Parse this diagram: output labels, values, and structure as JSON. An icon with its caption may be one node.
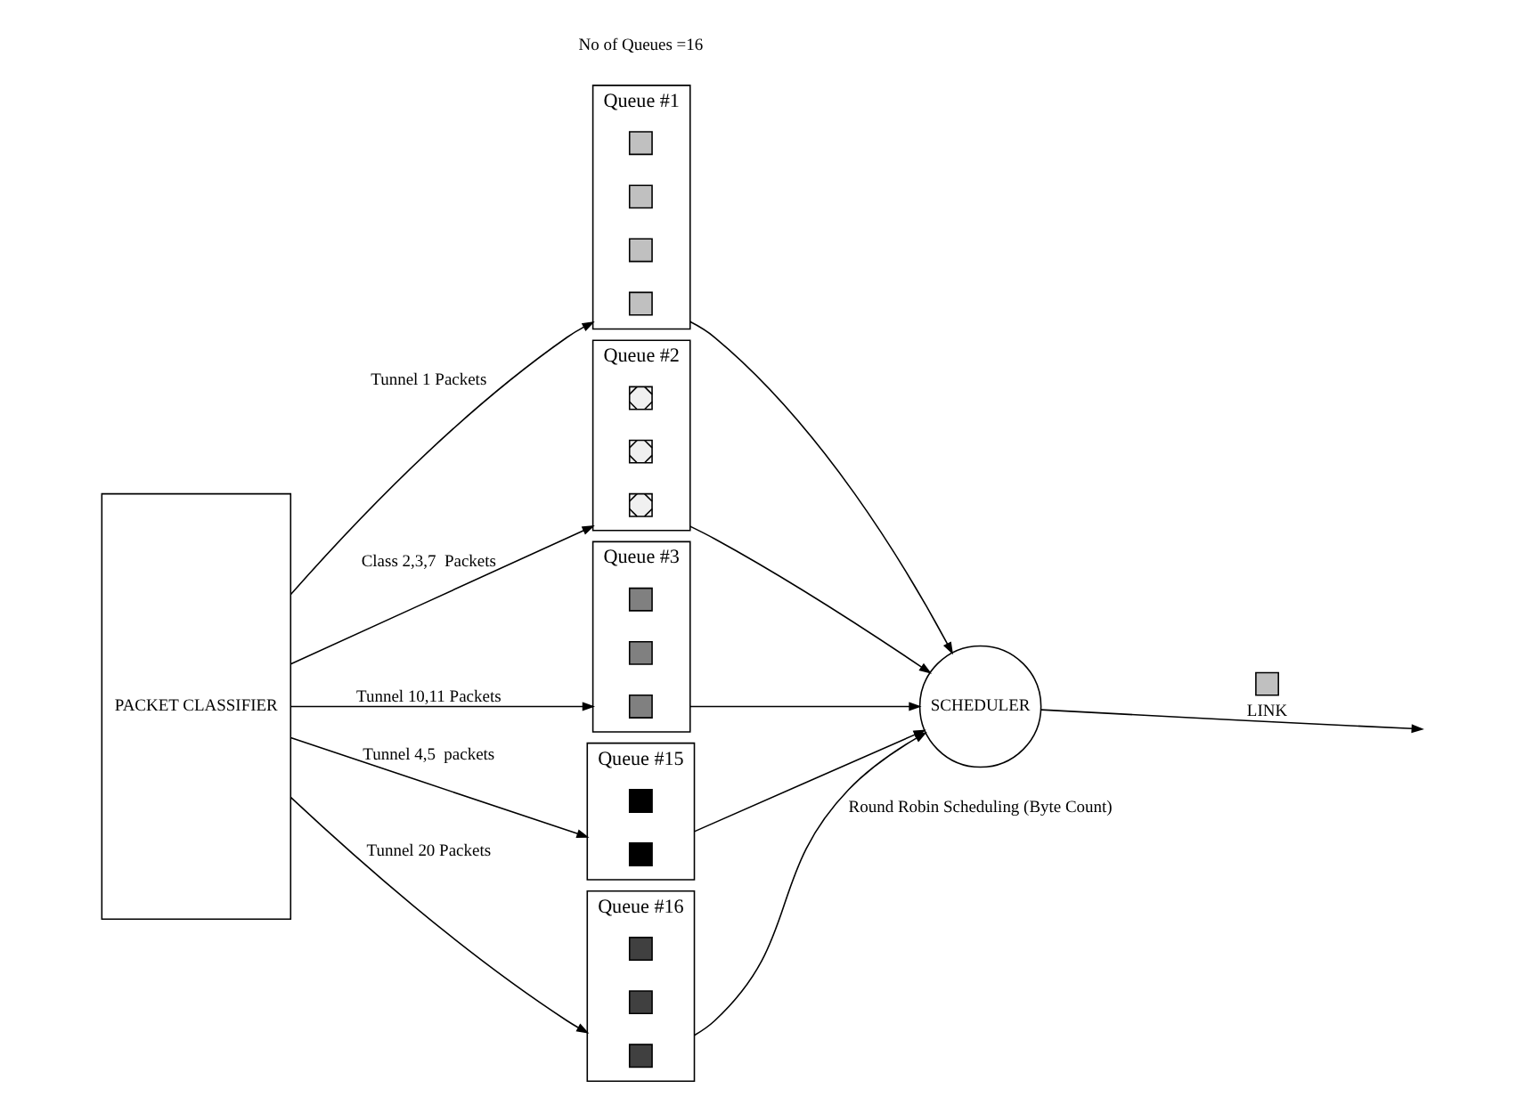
{
  "diagram": {
    "nodes": [
      {
        "text": [
          "PACKET CLASSIFIER"
        ]
      },
      {
        "text": [
          "Queue #1"
        ]
      },
      {
        "text": [],
        "shape": "box",
        "in": 1
      },
      {
        "text": [],
        "shape": "box",
        "in": 1
      },
      {
        "text": [],
        "shape": "box",
        "in": 1
      },
      {
        "text": [],
        "shape": "box",
        "in": 1
      },
      {
        "text": [
          "Queue #2"
        ]
      },
      {
        "text": [],
        "shape": "box",
        "in": 6
      },
      {
        "text": [],
        "shape": "box",
        "in": 6
      },
      {
        "text": [],
        "shape": "box",
        "in": 6
      },
      {
        "text": [
          "Queue #3"
        ]
      },
      {
        "text": [],
        "shape": "box",
        "in": 10
      },
      {
        "text": [],
        "shape": "box",
        "in": 10
      },
      {
        "text": [],
        "shape": "box",
        "in": 10
      },
      {
        "text": [
          "Queue #15"
        ]
      },
      {
        "text": [],
        "shape": "box",
        "in": 14
      },
      {
        "text": [],
        "shape": "box",
        "in": 14
      },
      {
        "text": [
          "Queue #16"
        ]
      },
      {
        "text": [],
        "shape": "box",
        "in": 17
      },
      {
        "text": [],
        "shape": "box",
        "in": 17
      },
      {
        "text": [],
        "shape": "box",
        "in": 17
      },
      {
        "text": [
          "SCHEDULER"
        ],
        "beside": [
          "Round Robin Scheduling (Byte Count)"
        ]
      },
      {
        "text": [],
        "shape": "box"
      }
    ],
    "edges": [
      {
        "from": 0,
        "to": 1,
        "arrow": "to",
        "label": "Tunnel 1 Packets"
      },
      {
        "from": 0,
        "to": 6,
        "arrow": "to",
        "label": "Class 2,3,7  Packets"
      },
      {
        "from": 0,
        "to": 10,
        "arrow": "to",
        "label": "Tunnel 10,11 Packets"
      },
      {
        "from": 0,
        "to": 14,
        "arrow": "to",
        "label": "Tunnel 4,5  packets"
      },
      {
        "from": 0,
        "to": 17,
        "arrow": "to",
        "label": "Tunnel 20 Packets"
      },
      {
        "from": 1,
        "to": 21,
        "arrow": "to"
      },
      {
        "from": 6,
        "to": 21,
        "arrow": "to"
      },
      {
        "from": 10,
        "to": 21,
        "arrow": "to"
      },
      {
        "from": 14,
        "to": 21,
        "arrow": "to"
      },
      {
        "from": 17,
        "to": 21,
        "arrow": "to"
      },
      {
        "from": 21,
        "to": null,
        "arrow": "to",
        "label": "LINK"
      }
    ],
    "labels": [
      "No of Queues =16"
    ]
  }
}
